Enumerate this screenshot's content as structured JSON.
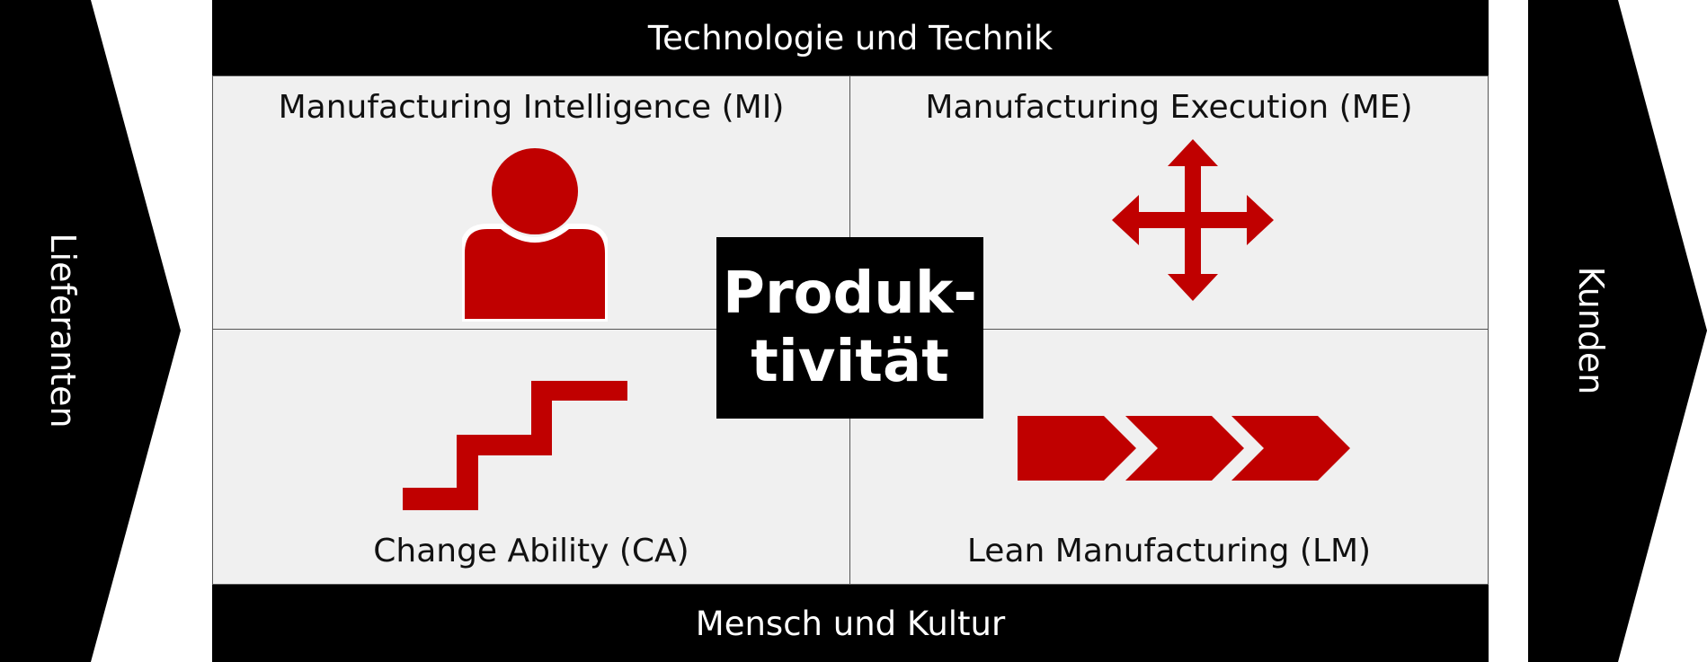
{
  "left_arrow": {
    "label": "Lieferanten"
  },
  "right_arrow": {
    "label": "Kunden"
  },
  "top_bar": {
    "label": "Technologie und Technik"
  },
  "bottom_bar": {
    "label": "Mensch und Kultur"
  },
  "quadrants": {
    "top_left": {
      "label": "Manufacturing Intelligence (MI)",
      "icon": "person-icon"
    },
    "top_right": {
      "label": "Manufacturing Execution (ME)",
      "icon": "move-arrows-icon"
    },
    "bottom_left": {
      "label": "Change Ability (CA)",
      "icon": "stairs-icon"
    },
    "bottom_right": {
      "label": "Lean Manufacturing (LM)",
      "icon": "process-chevrons-icon"
    }
  },
  "center": {
    "line1": "Produk-",
    "line2": "tivität"
  },
  "colors": {
    "accent": "#c00000",
    "dark": "#000000",
    "panel": "#f0f0f0"
  }
}
